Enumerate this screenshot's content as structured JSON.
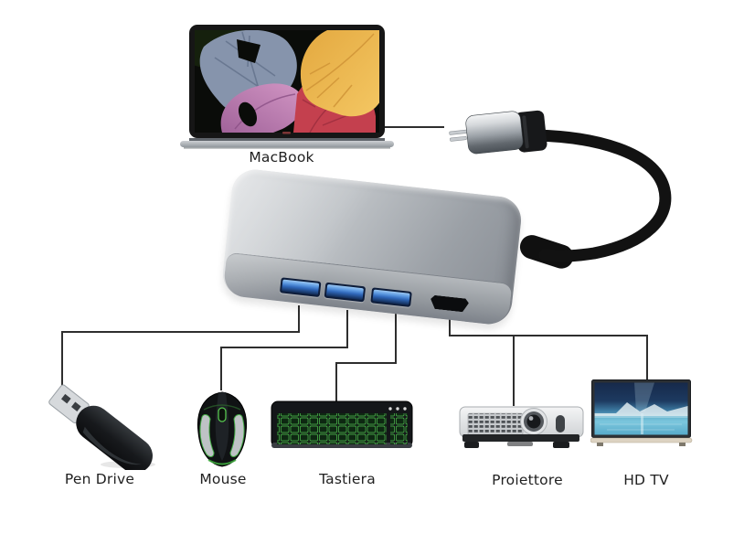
{
  "page": {
    "type": "usb-c-hub-connection-diagram",
    "background": "#ffffff"
  },
  "computer": {
    "label": "MacBook",
    "icon": "macbook-icon"
  },
  "hub": {
    "name": "usb-c-hub",
    "cable": "usb-c-cable",
    "connector": "usb-c-plug",
    "ports": [
      {
        "name": "usb-a-port-1",
        "color": "#4a8fd8"
      },
      {
        "name": "usb-a-port-2",
        "color": "#4a8fd8"
      },
      {
        "name": "usb-a-port-3",
        "color": "#4a8fd8"
      },
      {
        "name": "hdmi-port",
        "color": "#0c0d0e"
      }
    ]
  },
  "devices": [
    {
      "icon": "pen-drive-icon",
      "label": "Pen Drive"
    },
    {
      "icon": "mouse-icon",
      "label": "Mouse"
    },
    {
      "icon": "keyboard-icon",
      "label": "Tastiera"
    },
    {
      "icon": "projector-icon",
      "label": "Proiettore"
    },
    {
      "icon": "hdtv-icon",
      "label": "HD TV"
    }
  ],
  "colors": {
    "connection_line": "#2e2e2e",
    "label_text": "#212121",
    "hub_body": "#aeb3b8",
    "usb_port_blue": "#4a8fd8",
    "keyboard_glow": "#4fc24f"
  }
}
